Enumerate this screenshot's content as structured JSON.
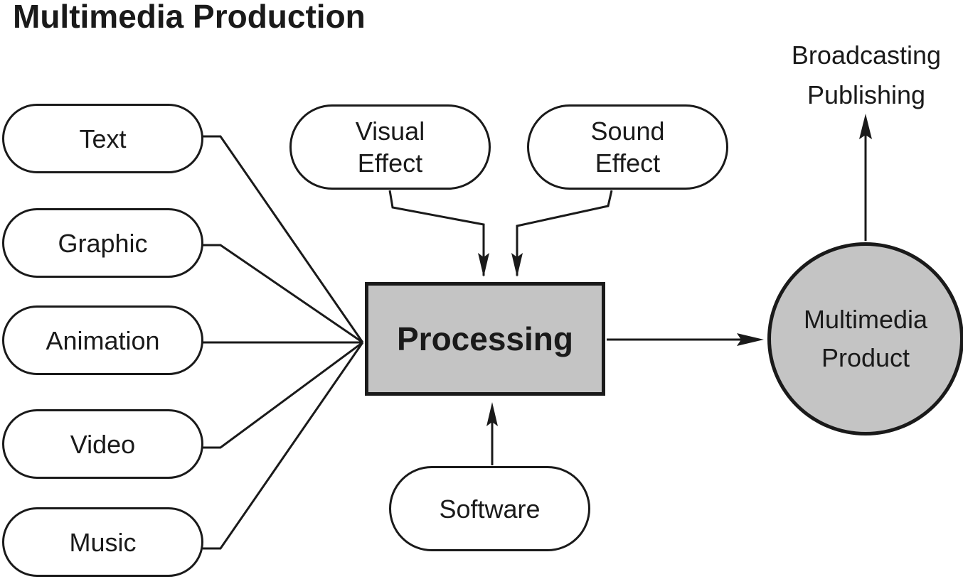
{
  "title": "Multimedia Production",
  "inputs": [
    {
      "id": "text",
      "label": "Text"
    },
    {
      "id": "graphic",
      "label": "Graphic"
    },
    {
      "id": "animation",
      "label": "Animation"
    },
    {
      "id": "video",
      "label": "Video"
    },
    {
      "id": "music",
      "label": "Music"
    }
  ],
  "effects": {
    "visual": {
      "line1": "Visual",
      "line2": "Effect"
    },
    "sound": {
      "line1": "Sound",
      "line2": "Effect"
    }
  },
  "processing": "Processing",
  "software": "Software",
  "product": {
    "line1": "Multimedia",
    "line2": "Product"
  },
  "outputs": {
    "line1": "Broadcasting",
    "line2": "Publishing"
  },
  "colors": {
    "ink": "#1a1a1a",
    "fill_gray": "#c4c4c4",
    "background": "#ffffff"
  }
}
